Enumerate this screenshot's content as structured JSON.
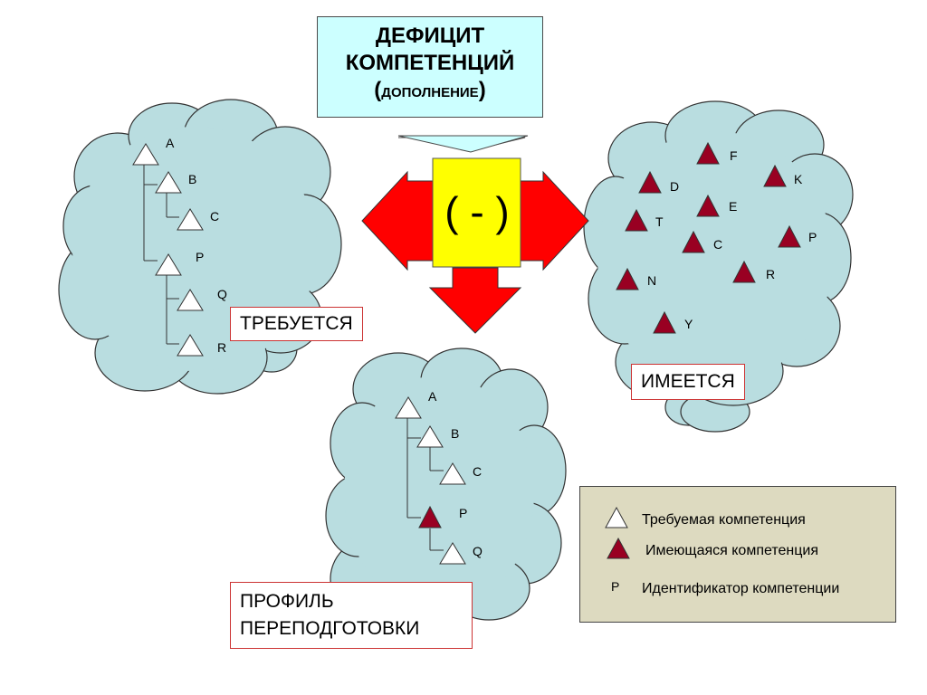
{
  "title": {
    "line1": "ДЕФИЦИТ",
    "line2": "КОМПЕТЕНЦИЙ",
    "line3_open": "(",
    "line3_text": "ДОПОЛНЕНИЕ",
    "line3_close": ")"
  },
  "operator": "( - )",
  "labels": {
    "required": "ТРЕБУЕТСЯ",
    "available": "ИМЕЕТСЯ",
    "profile_line1": "ПРОФИЛЬ",
    "profile_line2": "ПЕРЕПОДГОТОВКИ"
  },
  "required_tree": [
    "A",
    "B",
    "C",
    "P",
    "Q",
    "R"
  ],
  "available_set": [
    "F",
    "D",
    "K",
    "E",
    "T",
    "C",
    "P",
    "R",
    "N",
    "Y"
  ],
  "profile_tree": [
    {
      "id": "A",
      "type": "required"
    },
    {
      "id": "B",
      "type": "required"
    },
    {
      "id": "C",
      "type": "required"
    },
    {
      "id": "P",
      "type": "available"
    },
    {
      "id": "Q",
      "type": "required"
    }
  ],
  "legend": {
    "required": "Требуемая компетенция",
    "available": "Имеющаяся компетенция",
    "id_symbol": "P",
    "id_text": "Идентификатор компетенции"
  },
  "colors": {
    "cloud": "#b9dde0",
    "title_bg": "#ccffff",
    "arrow": "#ff0000",
    "operator_bg": "#ffff00",
    "available_triangle": "#990022",
    "legend_bg": "#dddac0"
  }
}
